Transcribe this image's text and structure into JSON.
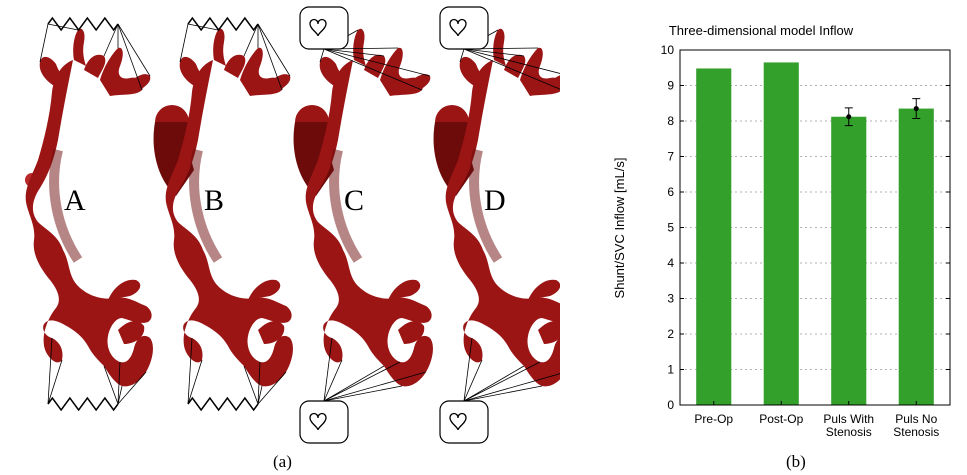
{
  "panel_a": {
    "caption": "(a)",
    "models": [
      {
        "label": "A",
        "bc": "resistor"
      },
      {
        "label": "B",
        "bc": "resistor"
      },
      {
        "label": "C",
        "bc": "heart"
      },
      {
        "label": "D",
        "bc": "heart"
      }
    ],
    "colors": {
      "vessel": "#9b1515",
      "vessel_dark": "#6d0b0b",
      "vessel_light": "#b82a2a"
    },
    "icons": {
      "resistor": "resistor-icon",
      "heart": "heart-icon"
    }
  },
  "panel_b": {
    "caption": "(b)"
  },
  "chart_data": {
    "type": "bar",
    "title": "Three-dimensional model Inflow",
    "ylabel": "Shunt/SVC Inflow [mL/s]",
    "xlabel": "",
    "categories": [
      [
        "Pre-Op"
      ],
      [
        "Post-Op"
      ],
      [
        "Puls With",
        "Stenosis"
      ],
      [
        "Puls No",
        "Stenosis"
      ]
    ],
    "values": [
      9.48,
      9.65,
      8.12,
      8.35
    ],
    "error": [
      null,
      null,
      0.25,
      0.28
    ],
    "ylim": [
      0,
      10
    ],
    "yticks": [
      "0",
      "1",
      "2",
      "3",
      "4",
      "5",
      "6",
      "7",
      "8",
      "9",
      "10"
    ],
    "grid": "dashed-horizontal",
    "bar_color": "#33a02c"
  }
}
